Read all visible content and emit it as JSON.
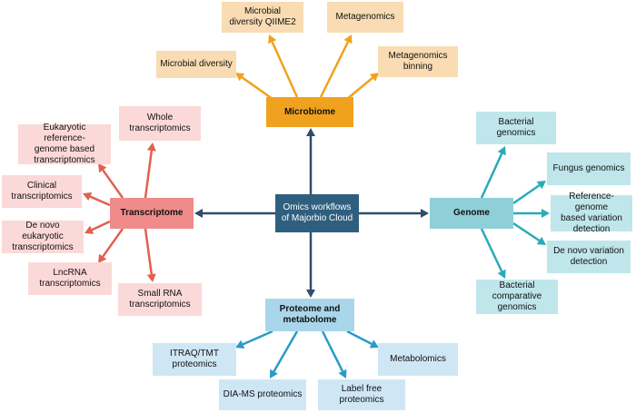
{
  "center": {
    "label": "Omics workflows\nof Majorbio Cloud"
  },
  "colors": {
    "center_fill": "#2f5f7f",
    "center_edge": "#2e4e6a",
    "microbiome_hub": "#f0a21e",
    "microbiome_leaf": "#f9dcb3",
    "microbiome_edge": "#f0a21e",
    "transcriptome_hub": "#f08b8b",
    "transcriptome_leaf": "#fbd9d8",
    "transcriptome_edge": "#e0604e",
    "genome_hub": "#8fd0d8",
    "genome_leaf": "#bfe6eb",
    "genome_edge": "#2aaab9",
    "proteome_hub": "#a9d6ea",
    "proteome_leaf": "#cfe6f5",
    "proteome_edge": "#2a9bc9"
  },
  "groups": {
    "microbiome": {
      "hub": "Microbiome",
      "leaves": [
        "Microbial diversity",
        "Microbial\ndiversity QIIME2",
        "Metagenomics",
        "Metagenomics\nbinning"
      ]
    },
    "transcriptome": {
      "hub": "Transcriptome",
      "leaves": [
        "Whole\ntranscriptomics",
        "Eukaryotic reference-\ngenome based\ntranscriptomics",
        "Clinical\ntranscriptomics",
        "De novo eukaryotic\ntranscriptomics",
        "LncRNA\ntranscriptomics",
        "Small RNA\ntranscriptomics"
      ]
    },
    "genome": {
      "hub": "Genome",
      "leaves": [
        "Bacterial genomics",
        "Fungus genomics",
        "Reference-genome\nbased variation\ndetection",
        "De novo variation\ndetection",
        "Bacterial\ncomparative\ngenomics"
      ]
    },
    "proteome": {
      "hub": "Proteome and\nmetabolome",
      "leaves": [
        "ITRAQ/TMT\nproteomics",
        "DIA-MS proteomics",
        "Label free\nproteomics",
        "Metabolomics"
      ]
    }
  }
}
